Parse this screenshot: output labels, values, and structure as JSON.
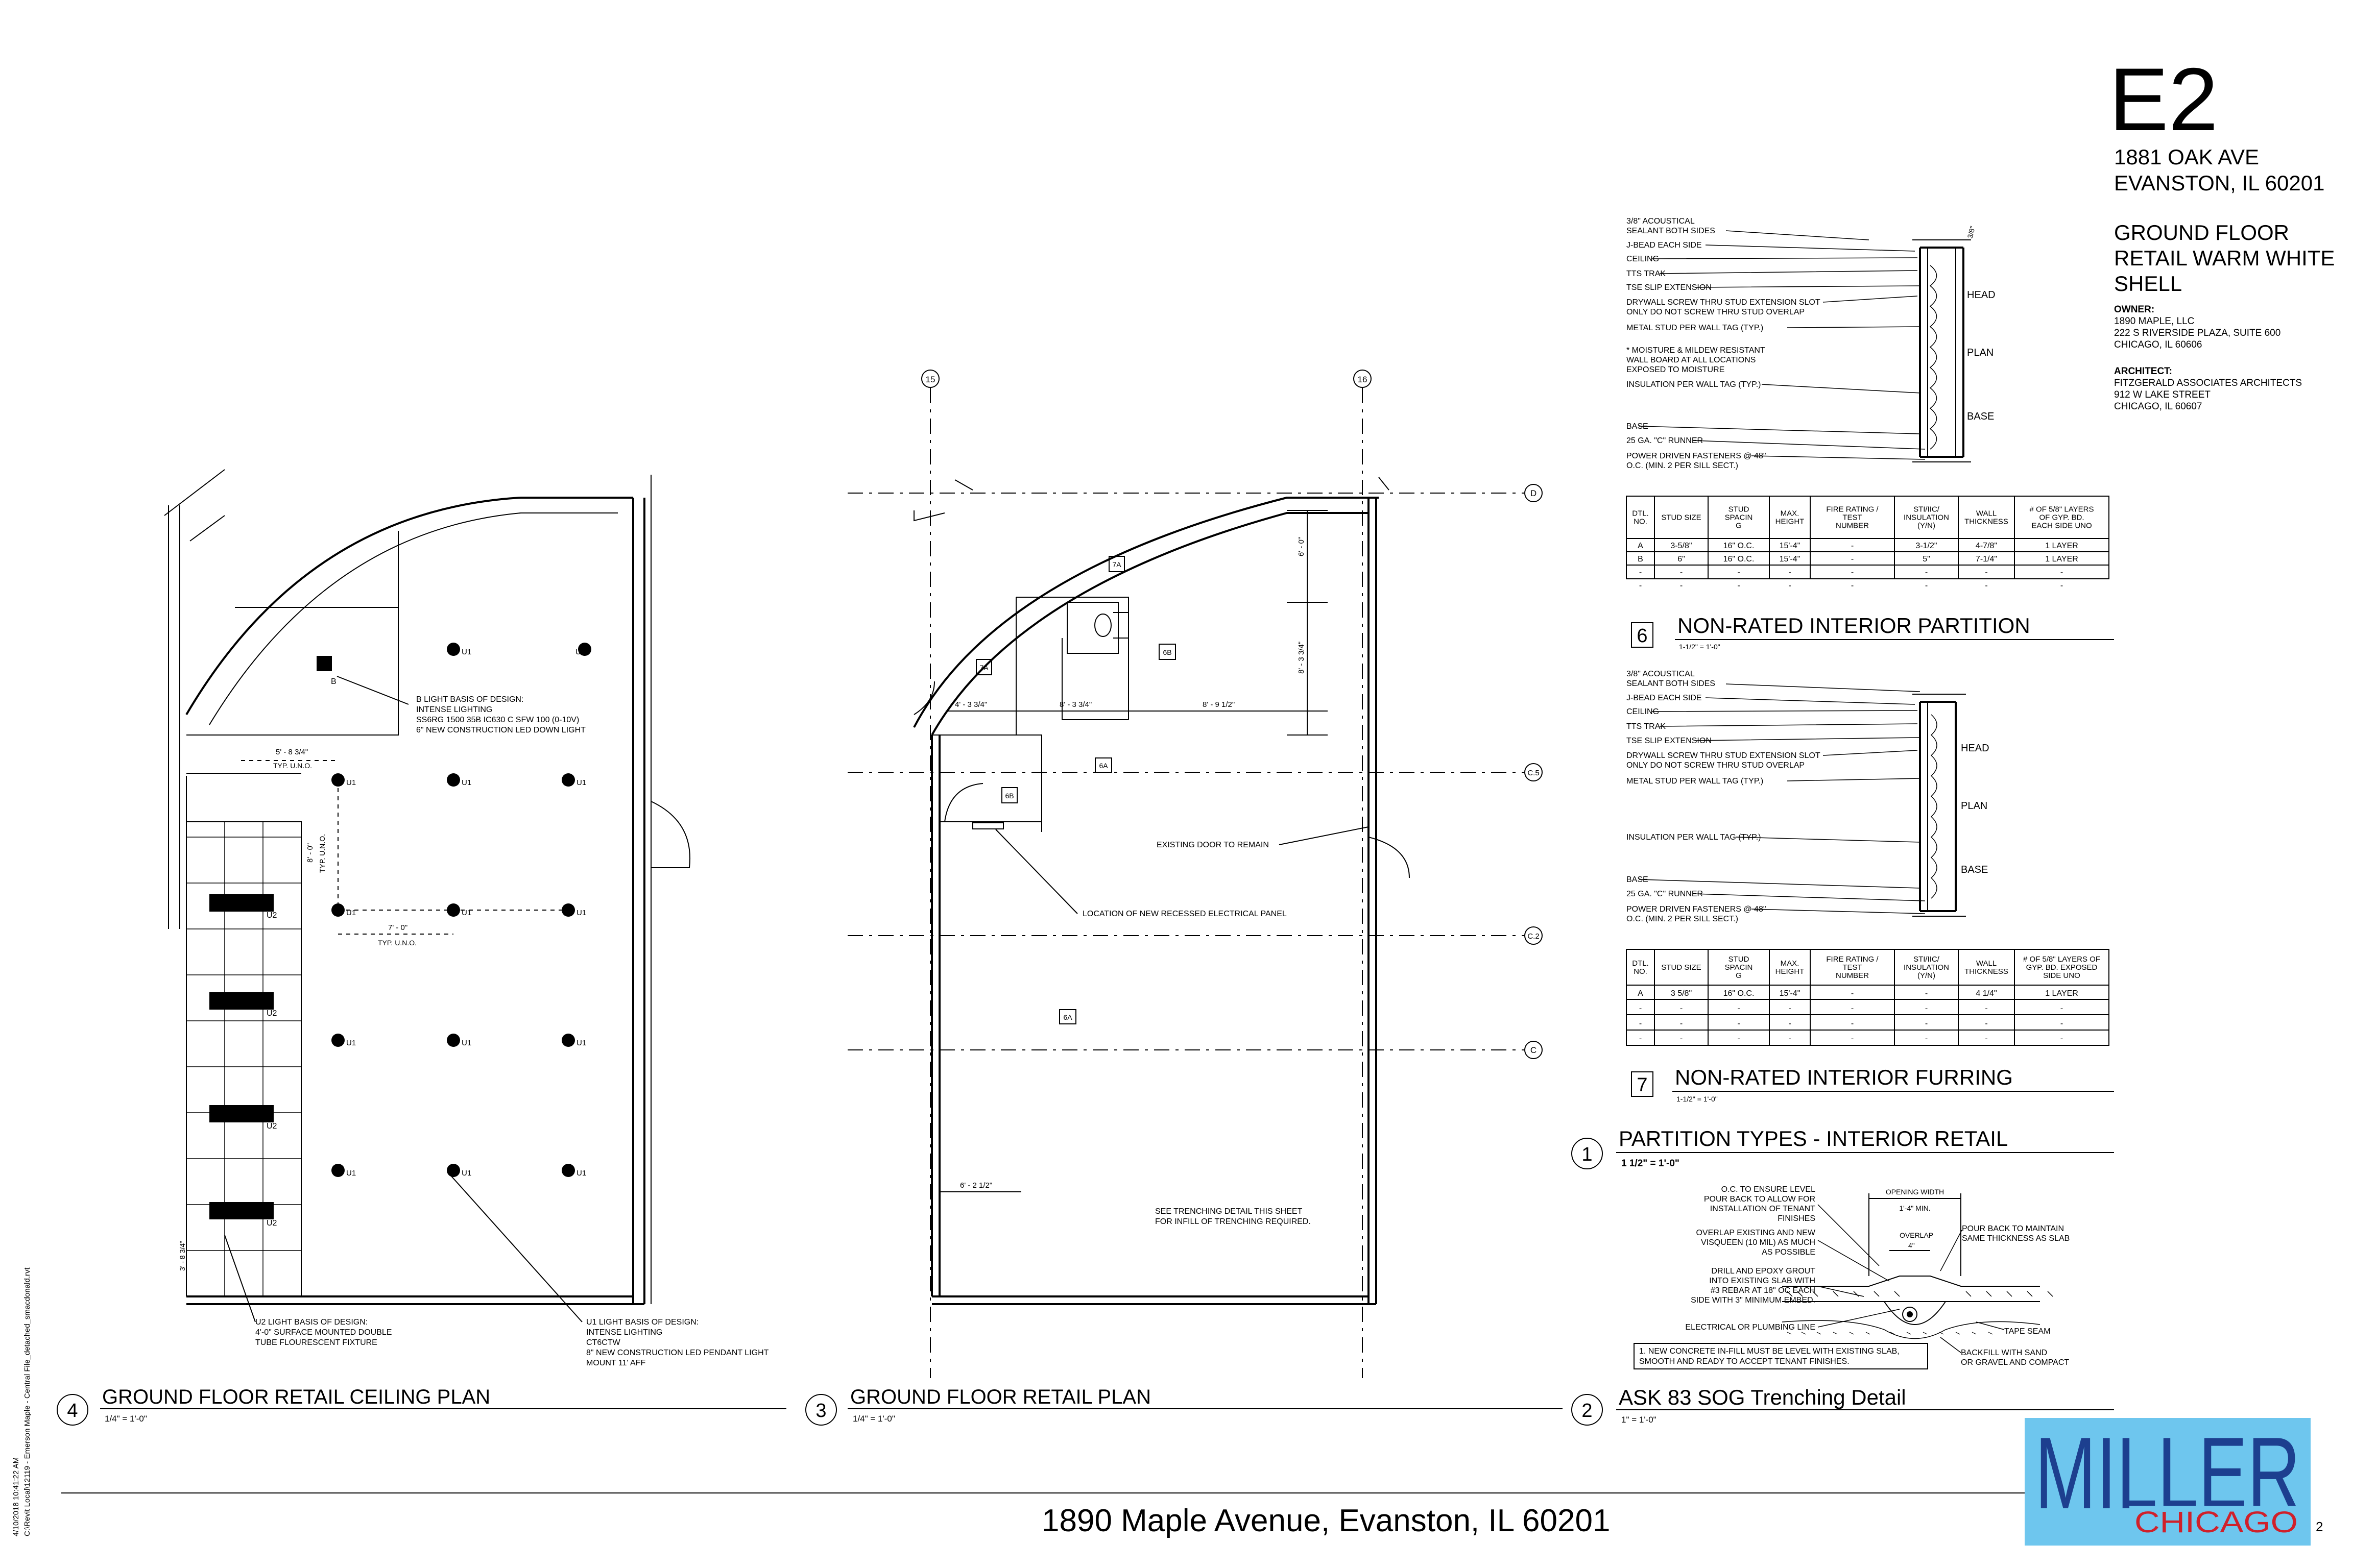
{
  "title_block": {
    "sheet_number": "E2",
    "address_line1": "1881 OAK AVE",
    "address_line2": "EVANSTON, IL 60201",
    "project_title": [
      "GROUND FLOOR",
      "RETAIL WARM WHITE",
      "SHELL"
    ],
    "owner_label": "OWNER:",
    "owner_lines": [
      "1890 MAPLE, LLC",
      "222 S RIVERSIDE PLAZA, SUITE 600",
      "CHICAGO, IL 60606"
    ],
    "architect_label": "ARCHITECT:",
    "architect_lines": [
      "FITZGERALD ASSOCIATES ARCHITECTS",
      "912 W LAKE STREET",
      "CHICAGO, IL 60607"
    ]
  },
  "footer": {
    "address": "1890 Maple Avenue, Evanston, IL 60201",
    "logo_top": "MILLER",
    "logo_bottom": "CHICAGO",
    "page_mark": "2",
    "side_stamp_1": "4/10/2018 10:41:22 AM",
    "side_stamp_2": "C:\\Revit Local\\12119 - Emerson Maple - Central File_detached_smacdonald.rvt"
  },
  "colors": {
    "logo_background": "#6ec6ee",
    "logo_text": "#1d3f8f",
    "logo_red": "#d0202a",
    "line": "#000000"
  },
  "views": {
    "ceiling_plan": {
      "number": "4",
      "title": "GROUND FLOOR RETAIL CEILING PLAN",
      "scale": "1/4\" = 1'-0\"",
      "fixture_label_u1": "U1",
      "fixture_label_u2": "U2",
      "fixture_label_b": "B",
      "note_b": [
        "B LIGHT BASIS OF DESIGN:",
        "INTENSE LIGHTING",
        "SS6RG 1500 35B IC630 C SFW 100 (0-10V)",
        "6\" NEW CONSTRUCTION LED DOWN LIGHT"
      ],
      "note_u2": [
        "U2 LIGHT BASIS OF DESIGN:",
        "4'-0\" SURFACE MOUNTED DOUBLE",
        "TUBE FLOURESCENT FIXTURE"
      ],
      "note_u1": [
        "U1 LIGHT BASIS OF DESIGN:",
        "INTENSE LIGHTING",
        "CT6CTW",
        "8\" NEW CONSTRUCTION LED PENDANT LIGHT",
        "MOUNT 11' AFF"
      ],
      "dim_1": "5' - 8 3/4\"",
      "dim_1_note": "TYP. U.N.O.",
      "dim_2": "8' - 0\"",
      "dim_2_note": "TYP. U.N.O.",
      "dim_3": "7' - 0\"",
      "dim_3_note": "TYP. U.N.O.",
      "dim_4": "3' - 8 3/4\""
    },
    "retail_plan": {
      "number": "3",
      "title": "GROUND FLOOR RETAIL PLAN",
      "scale": "1/4\" = 1'-0\"",
      "grid_15": "15",
      "grid_16": "16",
      "grid_d": "D",
      "grid_c5": "C.5",
      "grid_c2": "C.2",
      "grid_c": "C",
      "tag_7a_top": "7A",
      "tag_7a_left": "7A",
      "tag_6b_right": "6B",
      "tag_6b_lower": "6B",
      "tag_6a_upper": "6A",
      "tag_6a_lower": "6A",
      "dim_a": "4' - 3 3/4\"",
      "dim_b": "8' - 3 3/4\"",
      "dim_c": "8' - 9 1/2\"",
      "dim_d": "6' - 0\"",
      "dim_e": "8' - 3 3/4\"",
      "dim_f": "6' - 2 1/2\"",
      "note_door": "EXISTING DOOR TO REMAIN",
      "note_panel": "LOCATION OF NEW RECESSED ELECTRICAL PANEL",
      "note_trench": [
        "SEE TRENCHING DETAIL THIS SHEET",
        "FOR INFILL OF TRENCHING REQUIRED."
      ]
    },
    "trench_detail": {
      "number": "2",
      "title": "ASK 83 SOG Trenching Detail",
      "scale": "1\" = 1'-0\"",
      "notes_left": [
        [
          "O.C. TO ENSURE LEVEL",
          "POUR BACK TO ALLOW FOR",
          "INSTALLATION OF TENANT",
          "FINISHES"
        ],
        [
          "OVERLAP EXISTING AND NEW",
          "VISQUEEN (10 MIL) AS MUCH",
          "AS POSSIBLE"
        ],
        [
          "DRILL AND EPOXY GROUT",
          "INTO EXISTING SLAB WITH",
          "#3 REBAR AT 18\" OC EACH",
          "SIDE WITH 3\" MINIMUM EMBED."
        ],
        [
          "ELECTRICAL OR PLUMBING LINE"
        ]
      ],
      "opening_width": "OPENING WIDTH",
      "opening_min": "1'-4\" MIN.",
      "overlap": "OVERLAP",
      "overlap_dim": "4\"",
      "note_right_1": [
        "POUR BACK TO MAINTAIN",
        "SAME THICKNESS AS SLAB"
      ],
      "note_right_2": "TAPE SEAM",
      "note_right_3": [
        "BACKFILL WITH SAND",
        "OR GRAVEL AND COMPACT"
      ],
      "boxed_note": [
        "1. NEW CONCRETE IN-FILL MUST BE LEVEL WITH EXISTING SLAB,",
        "SMOOTH AND READY TO ACCEPT TENANT FINISHES."
      ]
    },
    "partition_types": {
      "number": "1",
      "title": "PARTITION TYPES - INTERIOR RETAIL",
      "scale": "1 1/2\" = 1'-0\""
    },
    "partition_6": {
      "number": "6",
      "title": "NON-RATED INTERIOR PARTITION",
      "scale": "1-1/2\" = 1'-0\"",
      "labels": [
        [
          "3/8\" ACOUSTICAL",
          "SEALANT BOTH SIDES"
        ],
        [
          "J-BEAD EACH SIDE"
        ],
        [
          "CEILING"
        ],
        [
          "TTS TRAK"
        ],
        [
          "TSE SLIP EXTENSION"
        ],
        [
          "DRYWALL SCREW THRU STUD EXTENSION SLOT",
          "ONLY DO NOT SCREW THRU STUD OVERLAP"
        ],
        [
          "METAL STUD PER WALL TAG (TYP.)"
        ],
        [
          "* MOISTURE & MILDEW RESISTANT",
          "WALL BOARD AT ALL LOCATIONS",
          "EXPOSED TO MOISTURE"
        ],
        [
          "INSULATION PER WALL TAG (TYP.)"
        ],
        [
          "BASE"
        ],
        [
          "25 GA. \"C\" RUNNER"
        ],
        [
          "POWER DRIVEN FASTENERS @ 48\"",
          "O.C. (MIN. 2 PER SILL SECT.)"
        ]
      ],
      "dim": "3/8\"",
      "zone_head": "HEAD",
      "zone_plan": "PLAN",
      "zone_base": "BASE",
      "table": {
        "headers": [
          [
            "DTL.",
            "NO."
          ],
          [
            "STUD SIZE"
          ],
          [
            "STUD",
            "SPACIN",
            "G"
          ],
          [
            "MAX.",
            "HEIGHT"
          ],
          [
            "FIRE RATING /",
            "TEST",
            "NUMBER"
          ],
          [
            "STI/IIC/",
            "INSULATION",
            "(Y/N)"
          ],
          [
            "WALL",
            "THICKNESS"
          ],
          [
            "# OF 5/8\" LAYERS",
            "OF GYP. BD.",
            "EACH SIDE UNO"
          ]
        ],
        "rows": [
          [
            "A",
            "3-5/8\"",
            "16\" O.C.",
            "15'-4\"",
            "-",
            "3-1/2\"",
            "4-7/8\"",
            "1 LAYER"
          ],
          [
            "B",
            "6\"",
            "16\" O.C.",
            "15'-4\"",
            "-",
            "5\"",
            "7-1/4\"",
            "1 LAYER"
          ],
          [
            "-",
            "-",
            "-",
            "-",
            "-",
            "-",
            "-",
            "-"
          ],
          [
            "-",
            "-",
            "-",
            "-",
            "-",
            "-",
            "-",
            "-"
          ]
        ]
      }
    },
    "partition_7": {
      "number": "7",
      "title": "NON-RATED INTERIOR FURRING",
      "scale": "1-1/2\" = 1'-0\"",
      "labels": [
        [
          "3/8\" ACOUSTICAL",
          "SEALANT BOTH SIDES"
        ],
        [
          "J-BEAD EACH SIDE"
        ],
        [
          "CEILING"
        ],
        [
          "TTS TRAK"
        ],
        [
          "TSE SLIP EXTENSION"
        ],
        [
          "DRYWALL SCREW THRU STUD EXTENSION SLOT",
          "ONLY DO NOT SCREW THRU STUD OVERLAP"
        ],
        [
          "METAL STUD PER WALL TAG (TYP.)"
        ],
        [
          "INSULATION PER WALL TAG (TYP.)"
        ],
        [
          "BASE"
        ],
        [
          "25 GA. \"C\" RUNNER"
        ],
        [
          "POWER DRIVEN FASTENERS @ 48\"",
          "O.C. (MIN. 2 PER SILL SECT.)"
        ]
      ],
      "zone_head": "HEAD",
      "zone_plan": "PLAN",
      "zone_base": "BASE",
      "table": {
        "headers": [
          [
            "DTL.",
            "NO."
          ],
          [
            "STUD SIZE"
          ],
          [
            "STUD",
            "SPACIN",
            "G"
          ],
          [
            "MAX.",
            "HEIGHT"
          ],
          [
            "FIRE RATING /",
            "TEST",
            "NUMBER"
          ],
          [
            "STI/IIC/",
            "INSULATION",
            "(Y/N)"
          ],
          [
            "WALL",
            "THICKNESS"
          ],
          [
            "# OF 5/8\" LAYERS OF",
            "GYP. BD. EXPOSED",
            "SIDE UNO"
          ]
        ],
        "rows": [
          [
            "A",
            "3 5/8\"",
            "16\" O.C.",
            "15'-4\"",
            "-",
            "-",
            "4 1/4\"",
            "1 LAYER"
          ],
          [
            "-",
            "-",
            "-",
            "-",
            "-",
            "-",
            "-",
            "-"
          ],
          [
            "-",
            "-",
            "-",
            "-",
            "-",
            "-",
            "-",
            "-"
          ],
          [
            "-",
            "-",
            "-",
            "-",
            "-",
            "-",
            "-",
            "-"
          ]
        ]
      }
    }
  }
}
